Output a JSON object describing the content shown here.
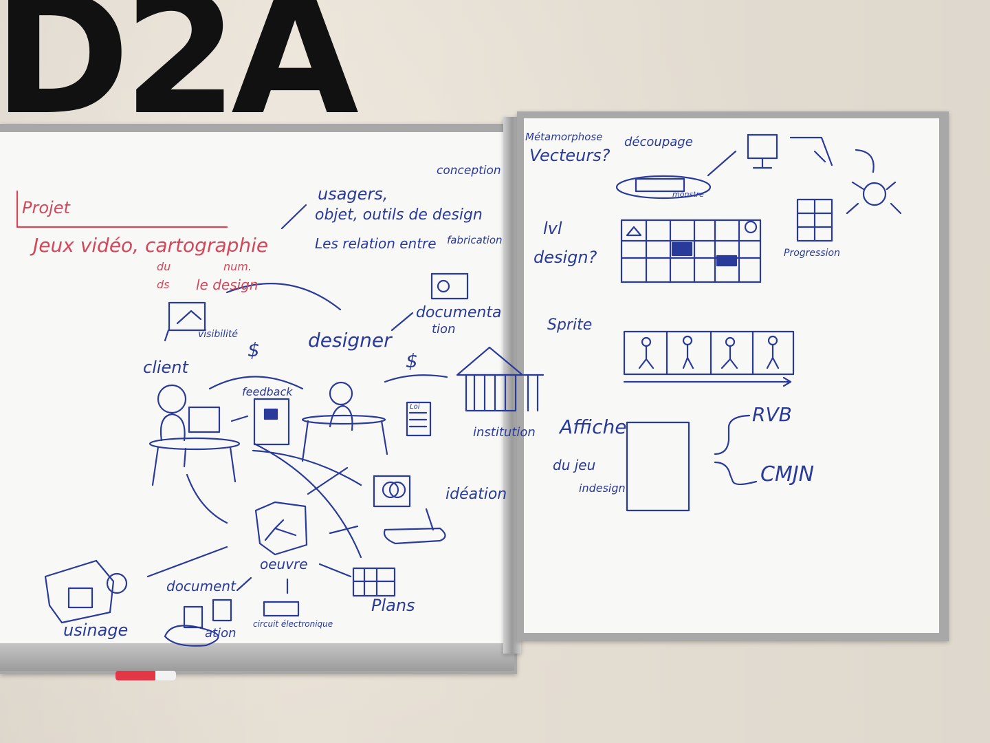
{
  "logo": {
    "text": "D2A"
  },
  "left_board": {
    "projet": "Projet",
    "subject": "Jeux vidéo, cartographie",
    "du": "du",
    "ds": "ds",
    "num": "num.",
    "le_design": "le design",
    "usagers": "usagers,",
    "objet_outils": "objet, outils de design",
    "relation": "Les relation entre",
    "conception": "conception",
    "fabrication": "fabrication",
    "visibilite": "visibilité",
    "client": "client",
    "designer": "designer",
    "documentation_1": "documenta",
    "documentation_2": "tion",
    "dollar1": "$",
    "dollar2": "$",
    "feedback": "feedback",
    "loi": "Loi",
    "institution": "institution",
    "ideation": "idéation",
    "oeuvre": "oeuvre",
    "plans": "Plans",
    "usinage": "usinage",
    "document": "document",
    "ation": "ation",
    "circuit": "circuit électronique"
  },
  "right_board": {
    "metamorphose": "Métamorphose",
    "vecteurs": "Vecteurs?",
    "decoupage": "découpage",
    "lvl": "lvl",
    "design_q": "design?",
    "sprite": "Sprite",
    "progression": "Progression",
    "affiche": "Affiche",
    "du_jeu": "du jeu",
    "indesign": "indesign",
    "rvb": "RVB",
    "cmjn": "CMJN",
    "monstre": "monstre"
  }
}
